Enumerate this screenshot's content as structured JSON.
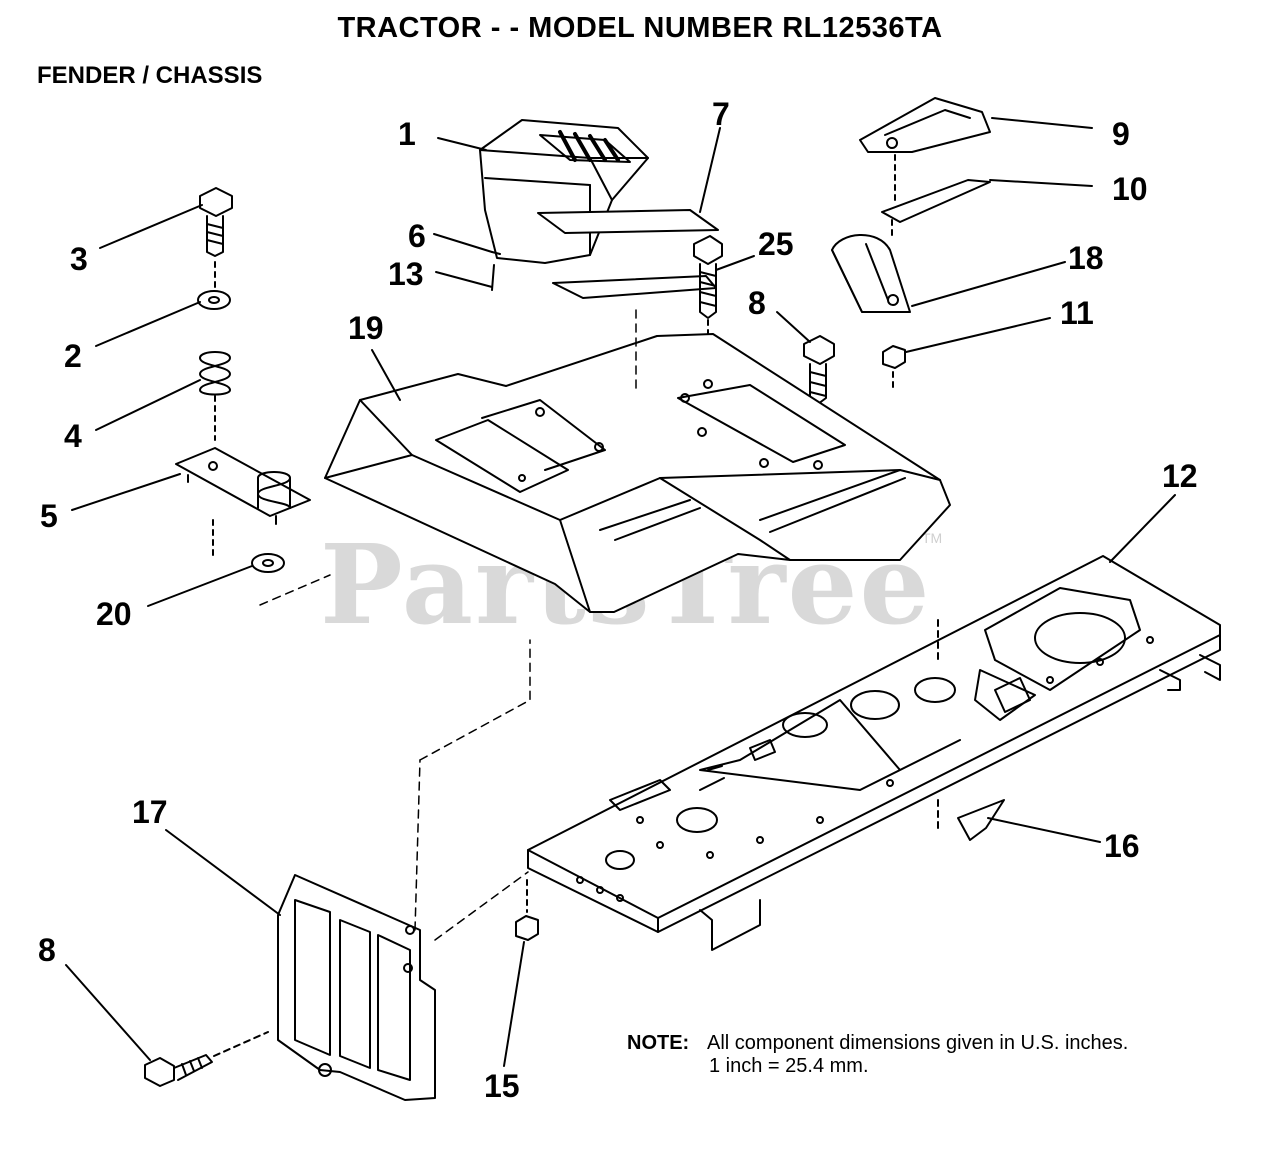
{
  "title": "TRACTOR - - MODEL NUMBER RL12536TA",
  "section": "FENDER / CHASSIS",
  "watermark": "PartsTree",
  "watermark_mark": "TM",
  "note": {
    "label": "NOTE:",
    "line1": "All component dimensions given in U.S. inches.",
    "line2": "1 inch = 25.4 mm."
  },
  "callouts": {
    "c1": "1",
    "c2": "2",
    "c3": "3",
    "c4": "4",
    "c5": "5",
    "c6": "6",
    "c7": "7",
    "c8a": "8",
    "c8b": "8",
    "c9": "9",
    "c10": "10",
    "c11": "11",
    "c12": "12",
    "c13": "13",
    "c15": "15",
    "c16": "16",
    "c17": "17",
    "c18": "18",
    "c19": "19",
    "c20": "20",
    "c25": "25"
  }
}
